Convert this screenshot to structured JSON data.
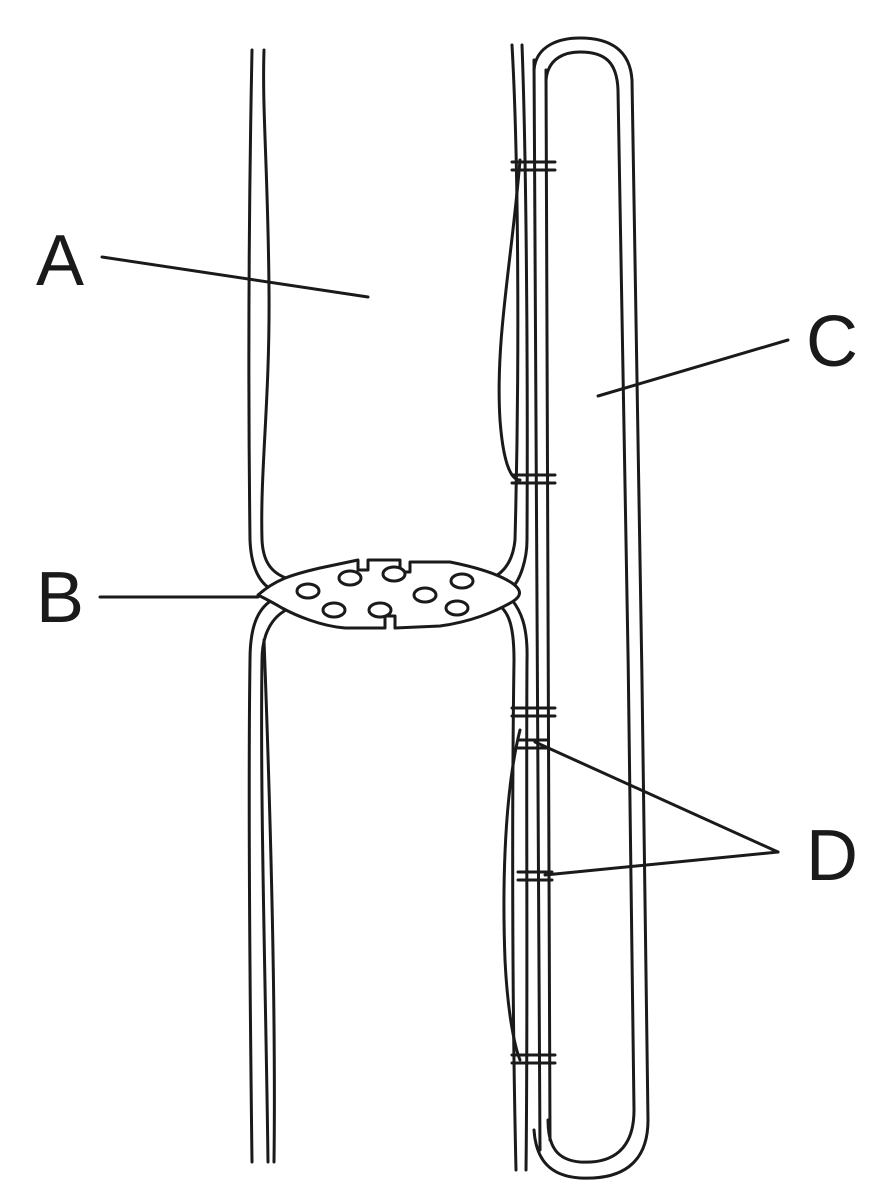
{
  "labels": {
    "a": "A",
    "b": "B",
    "c": "C",
    "d": "D"
  },
  "colors": {
    "stroke": "#1a1a1a",
    "background": "#ffffff"
  }
}
